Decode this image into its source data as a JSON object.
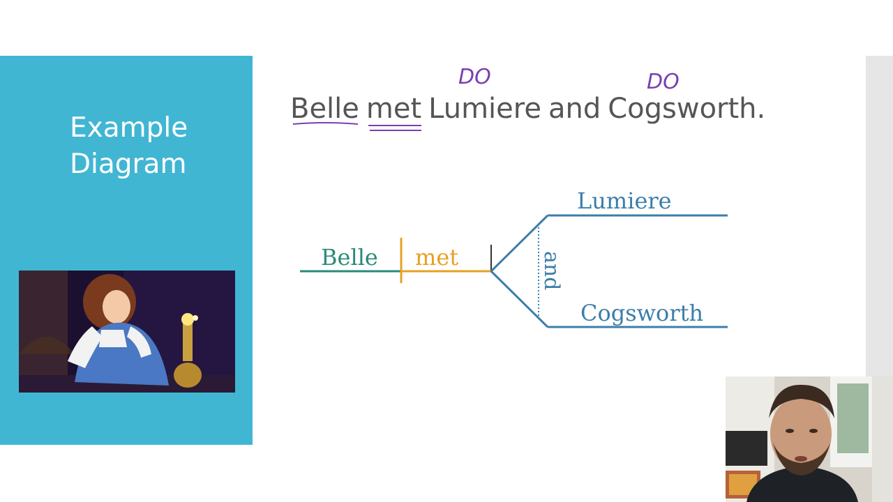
{
  "slide": {
    "title_line1": "Example",
    "title_line2": "Diagram",
    "colors": {
      "panel": "#41b6d3",
      "subject": "#2a8a7a",
      "verb": "#e8a020",
      "object": "#3c7ea8",
      "ink": "#7a3fb0"
    }
  },
  "sentence": {
    "words": [
      "Belle",
      "met",
      "Lumiere",
      "and",
      "Cogsworth."
    ]
  },
  "annotations": {
    "label_do_1": "DO",
    "label_do_2": "DO"
  },
  "diagram": {
    "subject": "Belle",
    "verb": "met",
    "conjunction": "and",
    "object_1": "Lumiere",
    "object_2": "Cogsworth"
  },
  "media": {
    "photo_icon": "cartoon-illustration",
    "webcam_icon": "presenter-video"
  }
}
